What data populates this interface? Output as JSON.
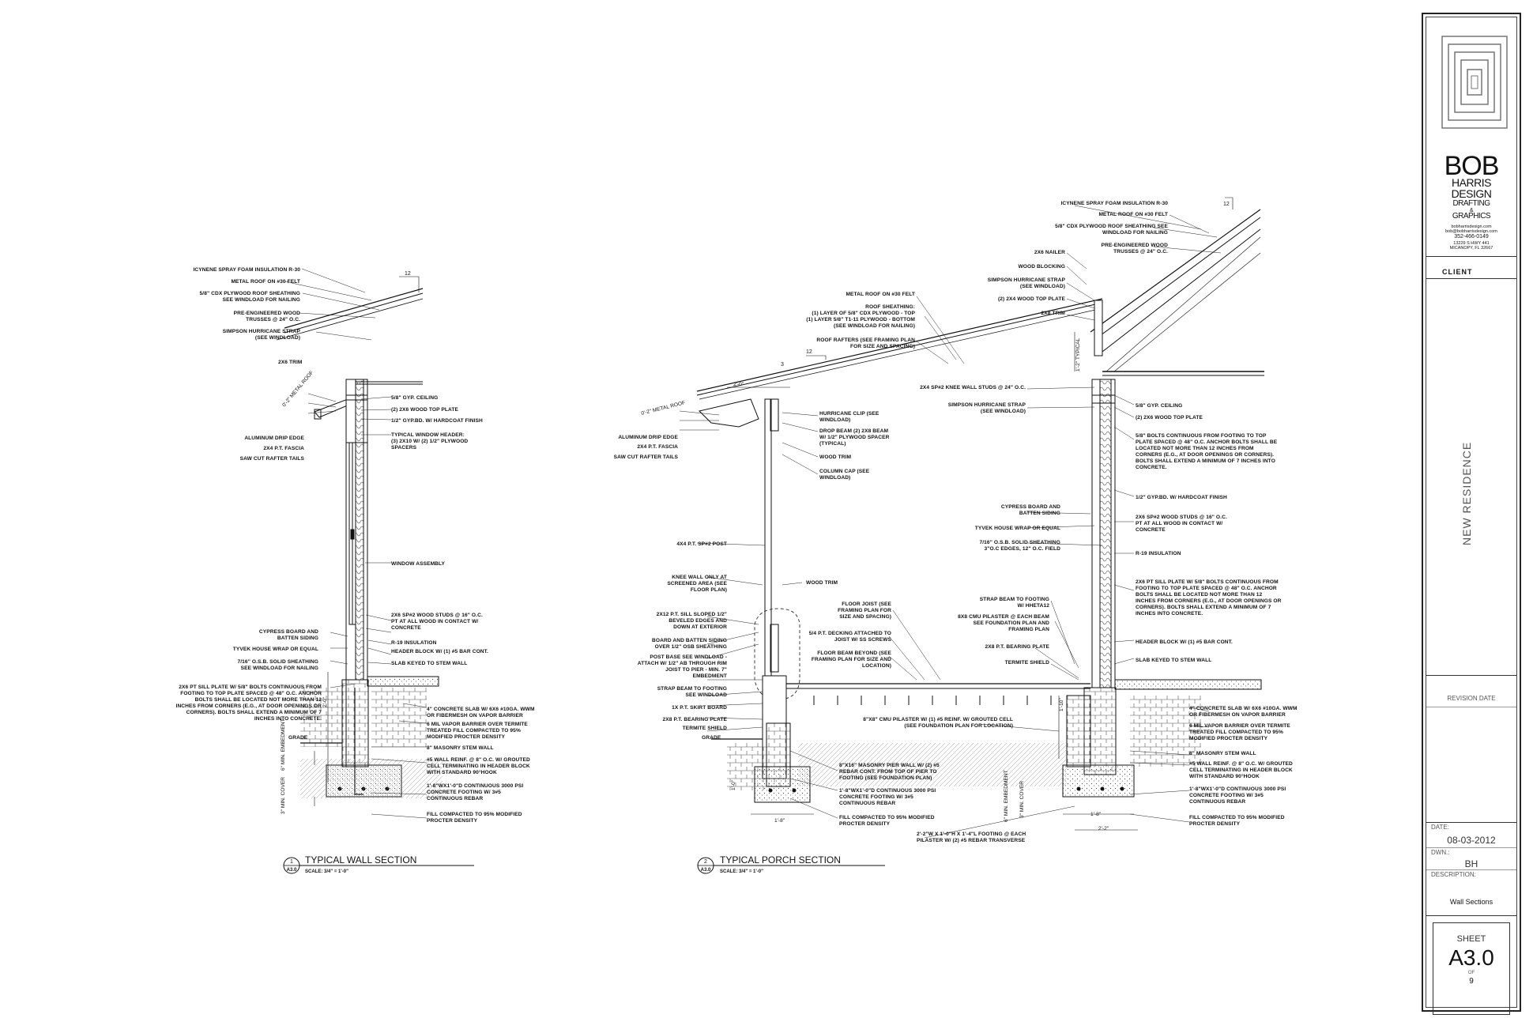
{
  "wall_section": {
    "labels_top": [
      "ICYNENE SPRAY FOAM INSULATION R-30",
      "METAL ROOF ON #30 FELT",
      "5/8\" CDX PLYWOOD ROOF SHEATHING",
      "SEE WINDLOAD FOR NAILING",
      "PRE-ENGINEERED WOOD",
      "TRUSSES @ 24\" O.C.",
      "SIMPSON HURRICANE STRAP",
      "(SEE WINDLOAD)"
    ],
    "pitch_rise": "12",
    "trim": "2X6 TRIM",
    "metal_roof": "0'-2\" METAL ROOF",
    "left_labels": [
      "ALUMINUM DRIP EDGE",
      "2X4 P.T. FASCIA",
      "SAW CUT RAFTER TAILS"
    ],
    "right_labels": [
      "5/8\" GYP. CEILING",
      "(2) 2X6 WOOD TOP PLATE",
      "1/2\" GYP.BD. W/ HARDCOAT FINISH",
      "TYPICAL WINDOW HEADER:",
      "(3) 2X10 W/ (2) 1/2\" PLYWOOD",
      "SPACERS"
    ],
    "window": "WINDOW ASSEMBLY",
    "studs": [
      "2X6 SP#2 WOOD STUDS @ 16\" O.C.",
      "PT AT ALL WOOD IN CONTACT W/",
      "CONCRETE"
    ],
    "siding": [
      "CYPRESS BOARD AND",
      "BATTEN SIDING"
    ],
    "tyvek": "TYVEK HOUSE WRAP OR EQUAL",
    "osb": [
      "7/16\" O.S.B. SOLID SHEATHING",
      "SEE WINDLOAD FOR NAILING"
    ],
    "r19": "R-19 INSULATION",
    "header_block": "HEADER BLOCK W/ (1) #5 BAR CONT.",
    "slab_keyed": "SLAB KEYED TO STEM WALL",
    "sill": [
      "2X6 PT SILL PLATE W/ 5/8\" BOLTS CONTINUOUS FROM",
      "FOOTING TO TOP PLATE SPACED @ 48\" O.C. ANCHOR",
      "BOLTS SHALL BE LOCATED NOT MORE THAN 12",
      "INCHES FROM CORNERS (E.G., AT DOOR OPENINGS OR",
      "CORNERS). BOLTS SHALL EXTEND A MINIMUM OF 7",
      "INCHES INTO CONCRETE."
    ],
    "slab": [
      "4\" CONCRETE SLAB W/ 6X6 #10GA. WWM",
      "OR FIBERMESH ON VAPOR BARRIER"
    ],
    "vapor": [
      "6 MIL VAPOR BARRIER OVER TERMITE",
      "TREATED FILL COMPACTED TO 95%",
      "MODIFIED PROCTER DENSITY"
    ],
    "grade": "GRADE",
    "stem": "8\" MASONRY STEM WALL",
    "reinf": [
      "#5 WALL REINF. @ 8\" O.C. W/ GROUTED",
      "CELL TERMINATING IN HEADER BLOCK",
      "WITH STANDARD 90°HOOK"
    ],
    "footing": [
      "1'-8\"WX1'-0\"D CONTINUOUS 3000 PSI",
      "CONCRETE FOOTING W/ 3#5",
      "CONTINUOUS REBAR"
    ],
    "fill": [
      "FILL COMPACTED TO 95% MODIFIED",
      "PROCTER DENSITY"
    ],
    "dim_height": "2'-0\"",
    "dim_embed": "6\" MIN. EMBEDMENT",
    "dim_cover": "3\" MIN. COVER",
    "title_num": "1",
    "title_sheet": "A3.0",
    "title": "TYPICAL WALL SECTION",
    "scale": "SCALE: 3/4\" = 1'-0\""
  },
  "porch_section": {
    "labels_top": [
      "ICYNENE SPRAY FOAM INSULATION R-30",
      "METAL ROOF ON #30 FELT",
      "5/8\" CDX PLYWOOD ROOF SHEATHING SEE",
      "WINDLOAD FOR NAILING",
      "PRE-ENGINEERED WOOD",
      "TRUSSES @ 24\" O.C."
    ],
    "pitch_rise": "12",
    "nailer": "2X6 NAILER",
    "blocking": "WOOD BLOCKING",
    "strap": [
      "SIMPSON HURRICANE STRAP",
      "(SEE WINDLOAD)"
    ],
    "top_plate_2x4": "(2) 2X4 WOOD TOP PLATE",
    "trim": "2X8 TRIM",
    "metal_roof_felt": "METAL ROOF ON #30 FELT",
    "sheathing": [
      "ROOF SHEATHING:",
      "(1) LAYER OF 5/8\" CDX PLYWOOD - TOP",
      "(1) LAYER 5/8\" T1-11 PLYWOOD - BOTTOM",
      "(SEE WINDLOAD FOR NAILING)"
    ],
    "rafters": [
      "ROOF RAFTERS (SEE FRAMING PLAN",
      "FOR SIZE AND SPACING)"
    ],
    "porch_pitch_run": "12",
    "porch_pitch_rise": "3",
    "dim_overhang": "2'-0\"",
    "metal_roof": "0'-2\" METAL ROOF",
    "left_labels": [
      "ALUMINUM DRIP EDGE",
      "2X4 P.T. FASCIA",
      "SAW CUT RAFTER TAILS"
    ],
    "clip": [
      "HURRICANE CLIP (SEE",
      "WINDLOAD)"
    ],
    "drop_beam": [
      "DROP BEAM (2) 2X8 BEAM",
      "W/ 1/2\" PLYWOOD SPACER",
      "(TYPICAL)"
    ],
    "wood_trim": "WOOD TRIM",
    "column_cap": [
      "COLUMN CAP (SEE",
      "WINDLOAD)"
    ],
    "knee_wall_studs": "2X4 SP#2 KNEE WALL STUDS @ 24\" O.C.",
    "strap_windload": [
      "SIMPSON HURRICANE STRAP",
      "(SEE WINDLOAD)"
    ],
    "dim_typical": "1'-2\" TYPICAL",
    "post": "4X4 P.T. SP#2 POST",
    "knee_wall": [
      "KNEE WALL ONLY AT",
      "SCREENED AREA (SEE",
      "FLOOR PLAN)"
    ],
    "sill_sloped": [
      "2X12 P.T. SILL SLOPED 1/2\"",
      "BEVELED EDGES AND",
      "DOWN AT EXTERIOR"
    ],
    "board_batten": [
      "BOARD AND BATTEN SIDING",
      "OVER 1/2\" OSB SHEATHING"
    ],
    "post_base": [
      "POST BASE SEE WINDLOAD -",
      "ATTACH W/ 1/2\" AB THROUGH RIM",
      "JOIST TO PIER - MIN. 7\"",
      "EMBEDMENT"
    ],
    "strap_beam": [
      "STRAP BEAM TO FOOTING",
      "SEE WINDLOAD"
    ],
    "skirt": "1X P.T. SKIRT BOARD",
    "bearing_plate": "2X8 P.T. BEARING PLATE",
    "termite_shield": "TERMITE SHIELD",
    "grade": "GRADE",
    "wood_trim_2": "WOOD TRIM",
    "floor_joist": [
      "FLOOR JOIST (SEE",
      "FRAMING PLAN FOR",
      "SIZE AND SPACING)"
    ],
    "decking": [
      "5/4 P.T. DECKING ATTACHED TO",
      "JOIST W/ SS SCREWS"
    ],
    "floor_beam": [
      "FLOOR BEAM BEYOND (SEE",
      "FRAMING PLAN FOR SIZE AND",
      "LOCATION)"
    ],
    "strap_hheta": [
      "STRAP BEAM TO FOOTING",
      "W/ HHETA12"
    ],
    "cmu_pilaster": [
      "8X8 CMU PILASTER @ EACH BEAM",
      "SEE FOUNDATION PLAN AND",
      "FRAMING PLAN"
    ],
    "bearing_plate_2": "2X8 P.T. BEARING PLATE",
    "termite_shield_2": "TERMITE SHIELD",
    "dim_height": "1'-10\"",
    "pilaster_reinf": [
      "8\"X8\" CMU PILASTER W/ (1) #5 REINF. W/ GROUTED CELL",
      "(SEE FOUNDATION PLAN FOR LOCATION)"
    ],
    "masonry_pier": [
      "8\"X16\" MASONRY PIER WALL W/ (2) #5",
      "REBAR CONT. FROM TOP OF PIER TO",
      "FOOTING (SEE FOUNDATION PLAN)"
    ],
    "pier_footing": [
      "1'-8\"WX1'-0\"D CONTINUOUS 3000 PSI",
      "CONCRETE FOOTING W/ 3#5",
      "CONTINUOUS REBAR"
    ],
    "fill": [
      "FILL COMPACTED TO 95% MODIFIED",
      "PROCTER DENSITY"
    ],
    "pilaster_footing": [
      "2'-2\"W X 1'-0\"H X 1'-4\"L FOOTING @ EACH",
      "PILASTER W/ (2) #5 REBAR TRANSVERSE"
    ],
    "right_labels": [
      "5/8\" GYP. CEILING",
      "(2) 2X6 WOOD TOP PLATE"
    ],
    "bolts": [
      "5/8\" BOLTS CONTINUOUS FROM FOOTING TO TOP",
      "PLATE SPACED @ 48\" O.C. ANCHOR BOLTS SHALL BE",
      "LOCATED NOT MORE THAN 12 INCHES FROM",
      "CORNERS (E.G., AT DOOR OPENINGS OR CORNERS).",
      "BOLTS SHALL EXTEND A MINIMUM OF 7 INCHES INTO",
      "CONCRETE."
    ],
    "gyp_hardcoat": "1/2\" GYP.BD. W/ HARDCOAT FINISH",
    "cypress": [
      "CYPRESS BOARD AND",
      "BATTEN SIDING"
    ],
    "studs": [
      "2X6 SP#2 WOOD STUDS @ 16\" O.C.",
      "PT AT ALL WOOD IN CONTACT W/",
      "CONCRETE"
    ],
    "tyvek": "TYVEK HOUSE WRAP OR EQUAL",
    "osb": [
      "7/16\" O.S.B. SOLID SHEATHING",
      "3\"O.C EDGES, 12\" O.C. FIELD"
    ],
    "r19": "R-19 INSULATION",
    "sill": [
      "2X6 PT SILL PLATE W/ 5/8\" BOLTS CONTINUOUS FROM",
      "FOOTING TO TOP PLATE SPACED @ 48\" O.C. ANCHOR",
      "BOLTS SHALL BE LOCATED NOT MORE THAN 12",
      "INCHES FROM CORNERS (E.G., AT DOOR OPENINGS OR",
      "CORNERS). BOLTS SHALL EXTEND A MINIMUM OF 7",
      "INCHES INTO CONCRETE."
    ],
    "header_block": "HEADER BLOCK W/ (1) #5 BAR CONT.",
    "slab_keyed": "SLAB KEYED TO STEM WALL",
    "slab": [
      "4\" CONCRETE SLAB W/ 6X6 #10GA. WWM",
      "OR FIBERMESH ON VAPOR BARRIER"
    ],
    "vapor": [
      "6 MIL VAPOR BARRIER OVER TERMITE",
      "TREATED FILL COMPACTED TO 95%",
      "MODIFIED PROCTER DENSITY"
    ],
    "stem": "8\" MASONRY STEM WALL",
    "reinf": [
      "#5 WALL REINF. @ 8\" O.C. W/ GROUTED",
      "CELL TERMINATING IN HEADER BLOCK",
      "WITH STANDARD 90°HOOK"
    ],
    "footing": [
      "1'-8\"WX1'-0\"D CONTINUOUS 3000 PSI",
      "CONCRETE FOOTING W/ 3#5",
      "CONTINUOUS REBAR"
    ],
    "fill_right": [
      "FILL COMPACTED TO 95% MODIFIED",
      "PROCTER DENSITY"
    ],
    "dim_pier_h": "1'-0\"",
    "dim_pier_w": "1'-8\"",
    "dim_foot_w": "1'-8\"",
    "dim_foot_w2": "2'-2\"",
    "dim_embed": "6\" MIN. EMBEDMENT",
    "dim_cover": "3\" MIN. COVER",
    "title_num": "2",
    "title_sheet": "A3.0",
    "title": "TYPICAL PORCH SECTION",
    "scale": "SCALE: 3/4\" = 1'-0\""
  },
  "title_block": {
    "logo_line1": "BOB",
    "logo_line2": "HARRIS",
    "logo_line3": "DESIGN",
    "logo_line4": "DRAFTING",
    "logo_amp": "&",
    "logo_line5": "GRAPHICS",
    "contact_1": "bobharrisdesign.com",
    "contact_2": "bob@bobharrisdesign.com",
    "contact_3": "352-466-0149",
    "contact_4": "13229 S HWY 441",
    "contact_5": "MICANOPY, FL 32667",
    "client_label": "CLIENT",
    "project": "NEW RESIDENCE",
    "revision_label": "REVISION DATE",
    "date_label": "DATE:",
    "date_value": "08-03-2012",
    "drawn_label": "DWN.:",
    "drawn_value": "BH",
    "desc_label": "DESCRIPTION:",
    "desc_value": "Wall Sections",
    "sheet_label": "SHEET",
    "sheet_number": "A3.0",
    "sheet_of": "OF",
    "sheet_total": "9"
  }
}
